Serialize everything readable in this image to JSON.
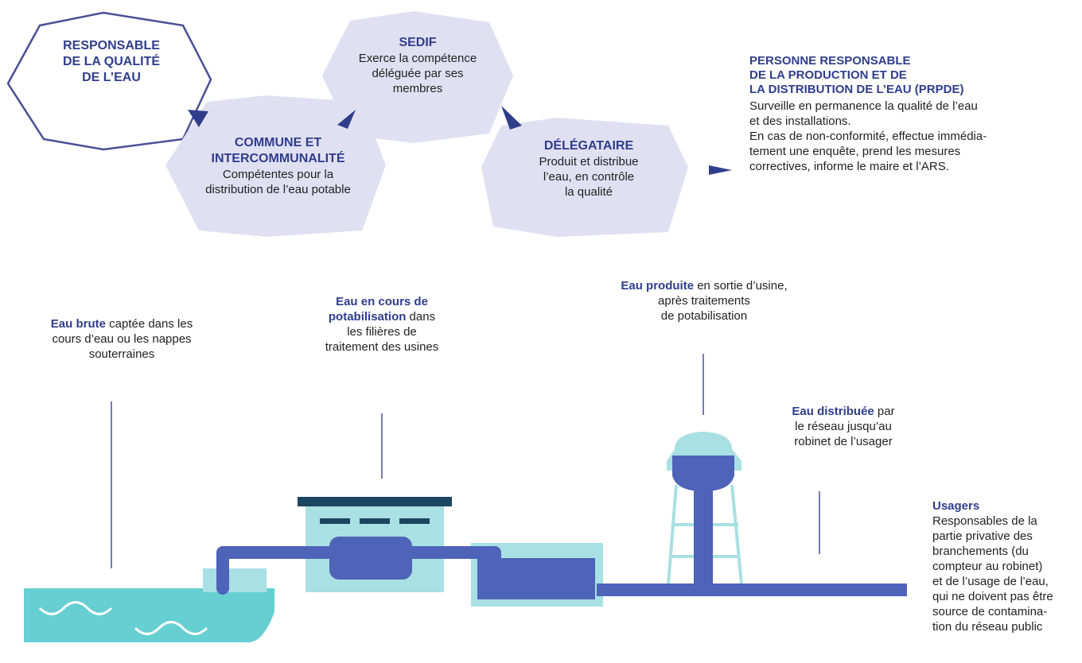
{
  "roles": {
    "quality": {
      "title": [
        "RESPONSABLE",
        "DE LA QUALITÉ",
        "DE L’EAU"
      ]
    },
    "commune": {
      "title": [
        "COMMUNE ET",
        "INTERCOMMUNALITÉ"
      ],
      "desc": [
        "Compétentes pour la",
        "distribution de l’eau potable"
      ]
    },
    "sedif": {
      "title": "SEDIF",
      "desc": [
        "Exerce la compétence",
        "déléguée par ses",
        "membres"
      ]
    },
    "delegataire": {
      "title": "DÉLÉGATAIRE",
      "desc": [
        "Produit et distribue",
        "l’eau, en contrôle",
        "la qualité"
      ]
    },
    "prpde": {
      "title": [
        "PERSONNE RESPONSABLE",
        "DE LA PRODUCTION ET DE",
        "LA DISTRIBUTION DE L’EAU (PRPDE)"
      ],
      "desc": [
        "Surveille en permanence la qualité de l’eau",
        "et des installations.",
        "En cas de non-conformité, effectue immédia-",
        "tement une enquête, prend les mesures",
        "correctives, informe le maire et l’ARS."
      ]
    }
  },
  "stages": {
    "brute": {
      "bold": "Eau brute",
      "rest": " captée dans les",
      "lines": [
        "cours d’eau ou les nappes",
        "souterraines"
      ]
    },
    "potabilisation": {
      "bold1": "Eau en cours de",
      "bold2": "potabilisation",
      "rest": " dans",
      "lines": [
        "les filières de",
        "traitement des usines"
      ]
    },
    "produite": {
      "bold": "Eau produite",
      "rest": " en sortie d’usine,",
      "lines": [
        "après traitements",
        "de potabilisation"
      ]
    },
    "distribuee": {
      "bold": "Eau distribuée",
      "rest": " par",
      "lines": [
        "le réseau jusqu’au",
        "robinet de l’usager"
      ]
    },
    "usagers": {
      "title": "Usagers",
      "lines": [
        "Responsables de la",
        "partie privative des",
        "branchements (du",
        "compteur au robinet)",
        "et de l’usage de l’eau,",
        "qui ne doivent pas être",
        "source de contamina-",
        "tion du réseau public"
      ]
    }
  },
  "colors": {
    "octagon_fill": "#e1e0f2",
    "octagon_outline": "#4a4f96",
    "accent_blue": "#2f3d8c",
    "pipe": "#4f63b8",
    "water": "#66cfd2",
    "light_cyan": "#a8e0e3",
    "roof": "#1c4560"
  }
}
